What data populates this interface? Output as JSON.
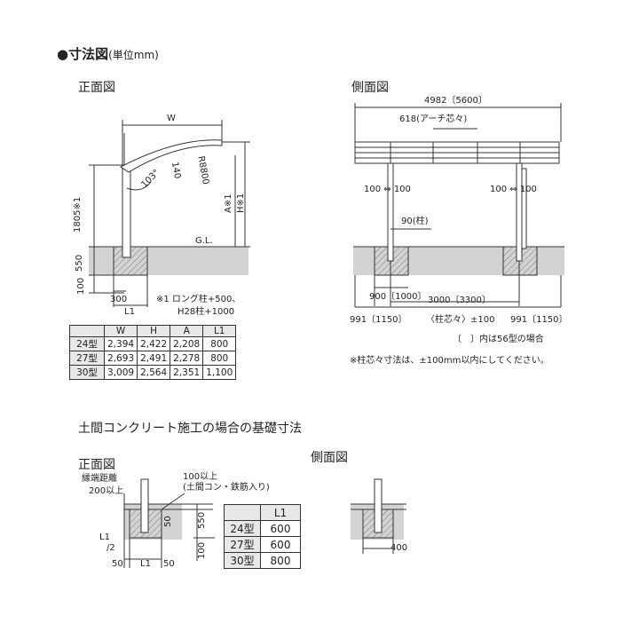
{
  "header": {
    "bullet": "●",
    "title": "寸法図",
    "unit": "(単位mm)"
  },
  "front": {
    "title": "正面図",
    "w": "W",
    "h_post": "1805※1",
    "under": "550",
    "base": "100",
    "angle": "103°",
    "beam": "140",
    "radius": "R8800",
    "a": "A※1",
    "h": "H※1",
    "gl": "G.L.",
    "off300": "300",
    "l1": "L1",
    "note1": "※1 ロング柱+500、",
    "note2": "H28柱+1000"
  },
  "side": {
    "title": "側面図",
    "total": "4982〔5600〕",
    "arch": "618(アーチ芯々)",
    "left_clear": "100 ⇔ 100",
    "right_clear": "100 ⇔ 100",
    "post": "90(柱)",
    "footing": "900〔1000〕",
    "span": "3000〔3300〕",
    "bottom_left": "991〔1150〕",
    "bottom_mid": "〈柱芯々〉±100",
    "bottom_right": "991〔1150〕",
    "note_bracket": "〔　〕内は56型の場合",
    "note_tol": "※柱芯々寸法は、±100mm以内にしてください。"
  },
  "spec_table": {
    "headers": [
      "",
      "W",
      "H",
      "A",
      "L1"
    ],
    "rows": [
      [
        "24型",
        "2,394",
        "2,422",
        "2,208",
        "800"
      ],
      [
        "27型",
        "2,693",
        "2,491",
        "2,278",
        "800"
      ],
      [
        "30型",
        "3,009",
        "2,564",
        "2,351",
        "1,100"
      ]
    ]
  },
  "concrete": {
    "heading": "土間コンクリート施工の場合の基礎寸法",
    "front_title": "正面図",
    "side_title": "側面図",
    "edge1": "縁端距離",
    "edge2": "200以上",
    "cover1": "100以上",
    "cover2": "(土間コン・鉄筋入り)",
    "d550": "550",
    "d100": "100",
    "d50v": "50",
    "l1half_a": "L1",
    "l1half_b": "/2",
    "b50l": "50",
    "bl1": "L1",
    "b50r": "50",
    "side400": "400",
    "l1_table": {
      "header": "L1",
      "rows": [
        [
          "24型",
          "600"
        ],
        [
          "27型",
          "600"
        ],
        [
          "30型",
          "800"
        ]
      ]
    }
  },
  "colors": {
    "ground": "#d3d3d3",
    "line": "#333333"
  }
}
